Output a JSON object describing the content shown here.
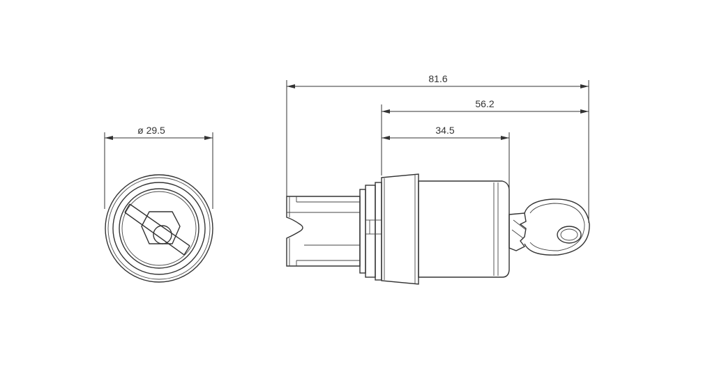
{
  "drawing": {
    "front_view": {
      "diameter_label": "ø 29.5"
    },
    "side_view": {
      "overall_length_label": "81.6",
      "body_to_key_label": "56.2",
      "body_length_label": "34.5"
    },
    "colors": {
      "line": "#333333",
      "background": "#ffffff"
    }
  }
}
